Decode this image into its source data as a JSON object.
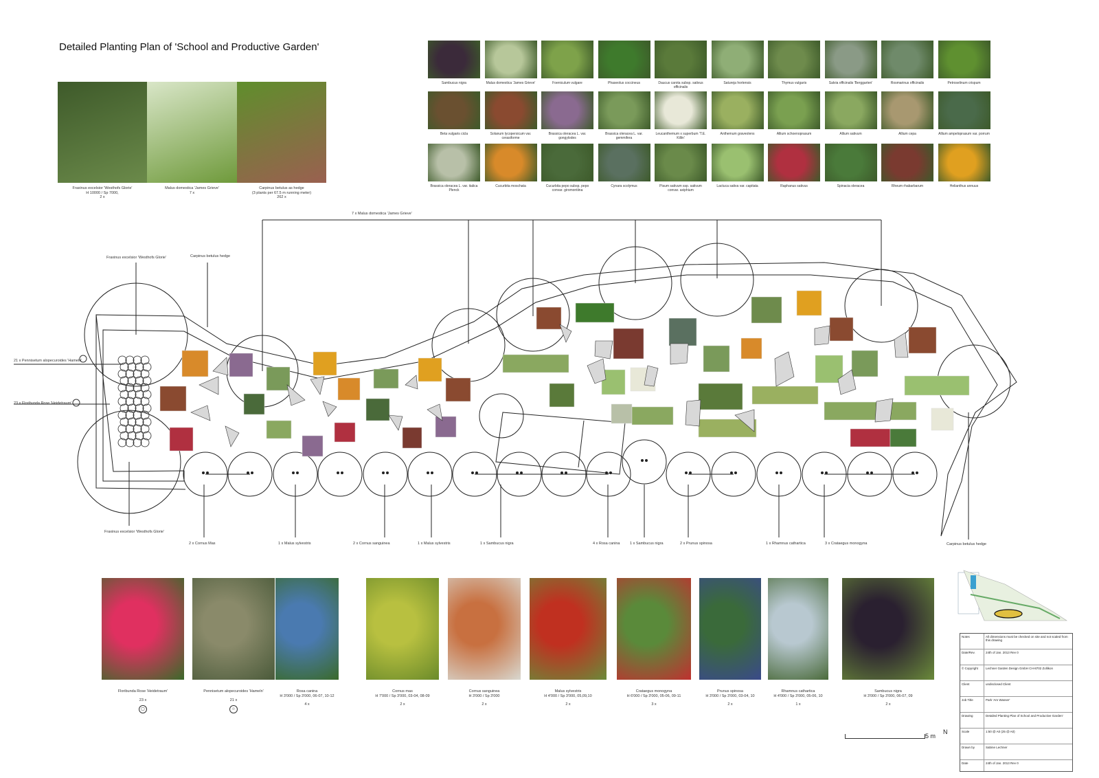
{
  "title": "Detailed Planting Plan of 'School and Productive Garden'",
  "top_photos": [
    {
      "caption": [
        "Fraxinus excelsior 'Westhofs Glorie'",
        "H 10000 / Sp 7000,",
        "2 x"
      ],
      "color": "#3e5a2a",
      "color2": "#6b8a4a"
    },
    {
      "caption": [
        "Malus domestica 'James Grieve'",
        "",
        "7 x"
      ],
      "color": "#d9e6c8",
      "color2": "#6f9a3b"
    },
    {
      "caption": [
        "Carpinus betulus as hedge",
        "(3 plants per 67.5 m running meter)",
        "262 x"
      ],
      "color": "#5f8e2c",
      "color2": "#9a6050"
    }
  ],
  "plant_grid": [
    {
      "label": "Sambucus nigra",
      "color": "#3b2a3a"
    },
    {
      "label": "Malus domestica 'James Grieve'",
      "color": "#b7c79a"
    },
    {
      "label": "Foeniculum vulgare",
      "color": "#7ea24a"
    },
    {
      "label": "Phaseolus coccineus",
      "color": "#3e7a2c"
    },
    {
      "label": "Daucus carota subsp. sativus officinalis",
      "color": "#5a7a3a"
    },
    {
      "label": "Satureja hortensis",
      "color": "#8fae76"
    },
    {
      "label": "Thymus vulgaris",
      "color": "#6e8b4c"
    },
    {
      "label": "Salvia officinalis 'Berggarten'",
      "color": "#8a9a86"
    },
    {
      "label": "Rosmarinus officinalis",
      "color": "#6f8a6a"
    },
    {
      "label": "Petroselinum crispum",
      "color": "#5f9030"
    },
    {
      "label": "Beta vulgaris cicla",
      "color": "#6a5030"
    },
    {
      "label": "Solanum lycopersicum var. cerasiforme",
      "color": "#8a4a30"
    },
    {
      "label": "Brassica oleracea L. var. gongylodes",
      "color": "#8a6a90"
    },
    {
      "label": "Brassica oleracea L. var. gemmifera",
      "color": "#7a9a5a"
    },
    {
      "label": "Leucanthemum x superbum 'T.E. Killin'",
      "color": "#e8e8d8"
    },
    {
      "label": "Anthemum graveolens",
      "color": "#9ab060"
    },
    {
      "label": "Allium schoenoprasum",
      "color": "#7aa050"
    },
    {
      "label": "Allium sativum",
      "color": "#8aa860"
    },
    {
      "label": "Allium cepa",
      "color": "#a89870"
    },
    {
      "label": "Allium ampeloprasum var. porrum",
      "color": "#4a6a4a"
    },
    {
      "label": "Brassica oleracea L. var. italica Plenck",
      "color": "#b8c0a8"
    },
    {
      "label": "Cucurbita moschata",
      "color": "#d88a2a"
    },
    {
      "label": "Cucurbita pepo subsp. pepo convar. giromontiina",
      "color": "#4a6a3a"
    },
    {
      "label": "Cynara scolymus",
      "color": "#5a7060"
    },
    {
      "label": "Pisum sativum ssp. sativum convar. axiphium",
      "color": "#6a8a4a"
    },
    {
      "label": "Lactuca sativa var. capitata",
      "color": "#9ac070"
    },
    {
      "label": "Raphanus sativus",
      "color": "#b03040"
    },
    {
      "label": "Spinacia oleracea",
      "color": "#4a7a3a"
    },
    {
      "label": "Rheum rhabarbarum",
      "color": "#7a3a30"
    },
    {
      "label": "Helianthus annuus",
      "color": "#e0a020"
    }
  ],
  "plan_labels": {
    "malus_top": "7 x Malus domestica 'James Grieve'",
    "fraxinus_top": "Fraxinus excelsior 'Westhofs Glorie'",
    "carpinus_top": "Carpinus betulus hedge",
    "pennisetum": "21 x Pennisetum alopecuroides 'Hameln'",
    "floribunda": "23 x Floribunda Rose 'Heidetraum'",
    "fraxinus_bottom": "Fraxinus excelsior 'Westhofs Glorie'",
    "carpinus_bottom": "Carpinus betulus hedge"
  },
  "hedge_labels": [
    {
      "text": "2 x Cornus Mas"
    },
    {
      "text": "1 x Malus sylvestris"
    },
    {
      "text": "2 x Cornus sanguinea"
    },
    {
      "text": "1 x Malus sylvestris"
    },
    {
      "text": "1 x Sambucus nigra"
    },
    {
      "text": "4 x Rosa canina"
    },
    {
      "text": "1 x Sambucus nigra"
    },
    {
      "text": "2 x Prunus spinosa"
    },
    {
      "text": "1 x Rhamnus cathartica"
    },
    {
      "text": "3 x Crataegus monogyna"
    }
  ],
  "bottom_photos": [
    {
      "name": "Floribunda Rose 'Heidetraum'",
      "spec": "",
      "qty": "23 x",
      "symbol": "square",
      "color": "#e03060",
      "color2": "#3a6a2a"
    },
    {
      "name": "Pennisetum alopecuroides 'Hameln'",
      "spec": "",
      "qty": "21 x",
      "symbol": "star",
      "color": "#8a8a6a",
      "color2": "#4a5a3a"
    },
    {
      "name": "Rosa canina",
      "spec": "H 3'000 / Sp 3'000, 06-07, 10-12",
      "qty": "4 x",
      "symbol": "",
      "color": "#4a7ab0",
      "color2": "#3a6a2a"
    },
    {
      "name": "Cornus mas",
      "spec": "H 7'000 / Sp 3'000, 03-04, 08-09",
      "qty": "2 x",
      "symbol": "",
      "color": "#b8c040",
      "color2": "#6a8a2a"
    },
    {
      "name": "Cornus sanguinea",
      "spec": "H 3'000 / Sp 3'000",
      "qty": "2 x",
      "symbol": "",
      "color": "#c87040",
      "color2": "#d8d8d0"
    },
    {
      "name": "Malus sylvestris",
      "spec": "H 4'000 / Sp 3'000, 05,09,10",
      "qty": "2 x",
      "symbol": "",
      "color": "#c03020",
      "color2": "#6a8a3a"
    },
    {
      "name": "Crataegus monogyna",
      "spec": "H 6'000 / Sp 3'000, 05-06, 09-11",
      "qty": "3 x",
      "symbol": "",
      "color": "#5a8a3a",
      "color2": "#c03030"
    },
    {
      "name": "Prunus spinosa",
      "spec": "H 3'000 / Sp 3'000, 03-04, 10",
      "qty": "2 x",
      "symbol": "",
      "color": "#3a6a3a",
      "color2": "#3a4a8a"
    },
    {
      "name": "Rhamnus cathartica",
      "spec": "H 4'000 / Sp 3'000, 05-06, 10",
      "qty": "1 x",
      "symbol": "",
      "color": "#b8c8d0",
      "color2": "#4a6a3a"
    },
    {
      "name": "Sambucus nigra",
      "spec": "H 3'000 / Sp 3'000, 06-07, 09",
      "qty": "2 x",
      "symbol": "",
      "color": "#2a2030",
      "color2": "#6a8a3a"
    }
  ],
  "title_block": [
    {
      "k": "Notes",
      "v": "All dimensions must be checked on site and not scaled from this drawing"
    },
    {
      "k": "Date/Rev.",
      "v": "24th of Jan. 2013 Rev 0"
    },
    {
      "k": "© Copyright",
      "v": "Lechner Garden Design GmbH CH-8702 Zollikon"
    },
    {
      "k": "Client",
      "v": "undisclosed Client"
    },
    {
      "k": "Job Title",
      "v": "Park 'Am Wasser'"
    },
    {
      "k": "Drawing",
      "v": "Detailed Planting Plan of School and Productive Garden'"
    },
    {
      "k": "Scale",
      "v": "1:50 @ A0 (25 @ A0)"
    },
    {
      "k": "Drawn by",
      "v": "Sabine Lechner"
    },
    {
      "k": "Date",
      "v": "24th of Jan. 2013 Rev 0"
    }
  ],
  "scale": {
    "label": "5 m",
    "north": "N"
  }
}
